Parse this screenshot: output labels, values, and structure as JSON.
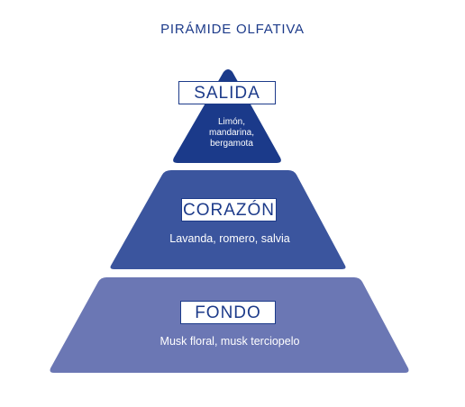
{
  "title": "PIRÁMIDE OLFATIVA",
  "colors": {
    "title": "#1d3b8a",
    "top": "#1b3a8a",
    "middle": "#3b559e",
    "bottom": "#6b77b4",
    "label_border": "#1d3b8a"
  },
  "tiers": {
    "top": {
      "label": "SALIDA",
      "notes": [
        "Limón,",
        "mandarina,",
        "bergamota"
      ]
    },
    "middle": {
      "label": "CORAZÓN",
      "notes": [
        "Lavanda, romero, salvia"
      ]
    },
    "bottom": {
      "label": "FONDO",
      "notes": [
        "Musk floral, musk terciopelo"
      ]
    }
  }
}
